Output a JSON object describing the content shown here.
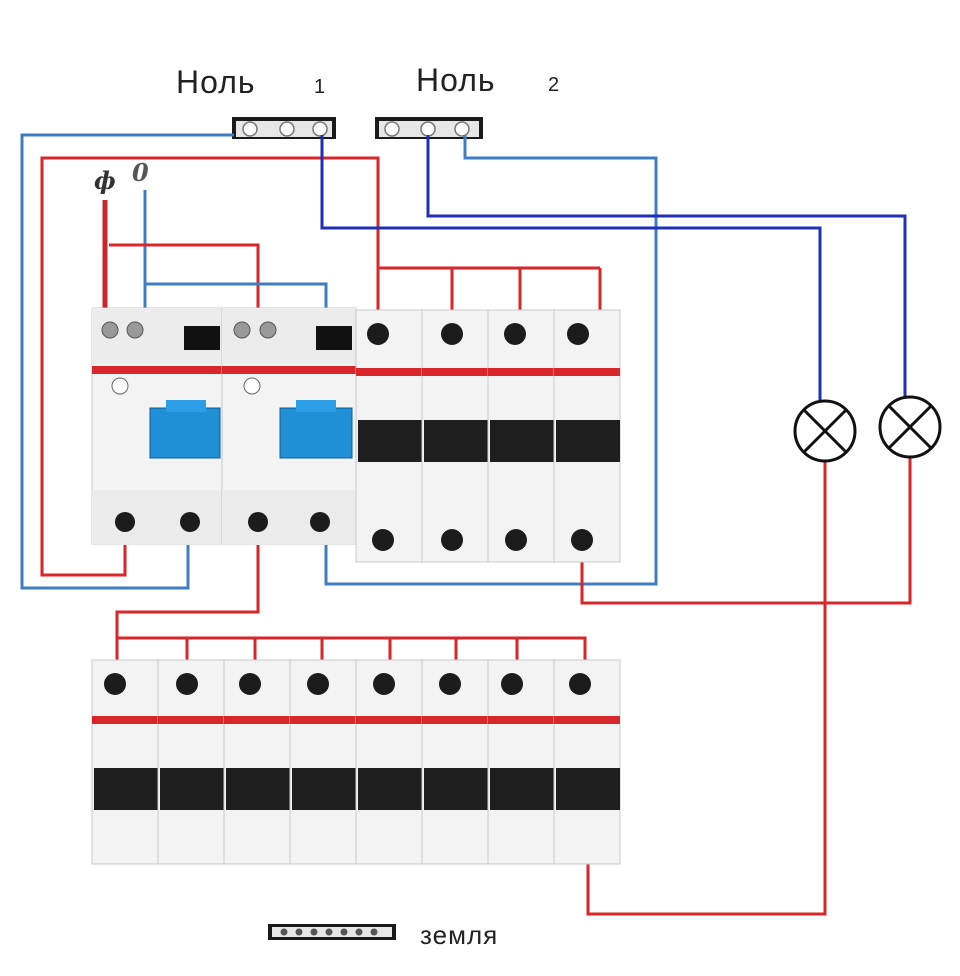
{
  "labels": {
    "neutral1": "Ноль",
    "neutral1_num": "1",
    "neutral2": "Ноль",
    "neutral2_num": "2",
    "phase": "ф",
    "zero": "0",
    "earth": "земля"
  },
  "colors": {
    "phase_wire": "#d8262b",
    "neutral_wire": "#2a5fa8",
    "neutral_wire_dark": "#1f2fb8",
    "breaker_body": "#f2f2f2",
    "breaker_shade": "#dcdcdc",
    "red_stripe": "#d8262b",
    "handle": "#1e1e1e",
    "rcd_handle": "#1f8fd6",
    "terminal": "#1c1c1c"
  },
  "components": {
    "rcds": [
      "rcd-1",
      "rcd-2"
    ],
    "top_breakers": [
      "top-breaker-1",
      "top-breaker-2",
      "top-breaker-3",
      "top-breaker-4"
    ],
    "bottom_breakers": [
      "bottom-breaker-1",
      "bottom-breaker-2",
      "bottom-breaker-3",
      "bottom-breaker-4",
      "bottom-breaker-5",
      "bottom-breaker-6",
      "bottom-breaker-7",
      "bottom-breaker-8"
    ],
    "lamps": [
      "lamp-1",
      "lamp-2"
    ],
    "neutral_bars": [
      "neutral-bar-1",
      "neutral-bar-2"
    ],
    "earth_bar": "earth-bar"
  }
}
